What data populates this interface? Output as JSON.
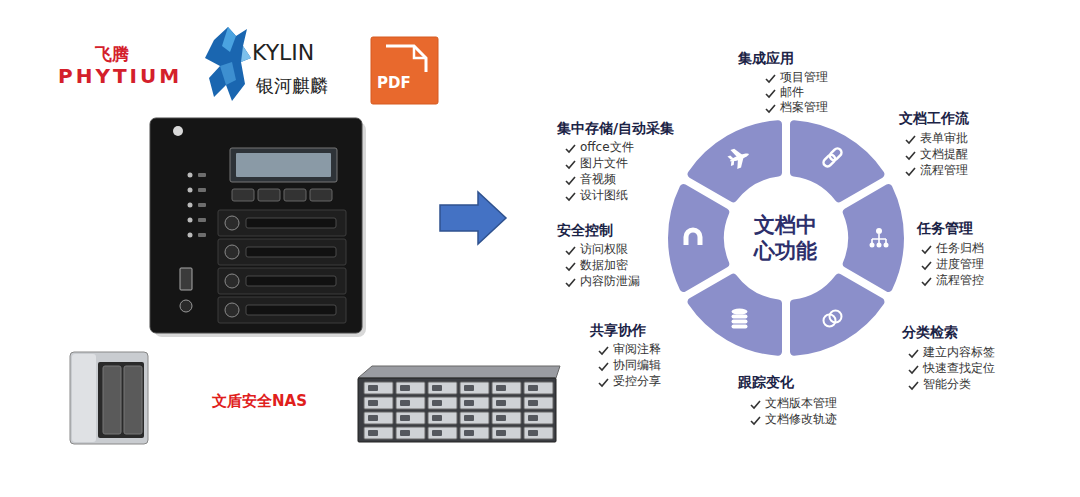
{
  "diagram": {
    "nodes": [
      {
        "text": [
          "文档中 心功能"
        ]
      }
    ],
    "labels": [
      "飞腾",
      "PHYTIUM",
      "KYLIN",
      "银河麒麟",
      "PDF",
      "文盾安全NAS",
      "集成应用",
      "项目管理",
      "邮件",
      "档案管理",
      "集中存储/自动采集",
      "offce文件",
      "图片文件",
      "音视频",
      "设计图纸",
      "文档工作流",
      "表单审批",
      "文档提醒",
      "流程管理",
      "安全控制",
      "访问权限",
      "数据加密",
      "内容防泄漏",
      "任务管理",
      "任务归档",
      "进度管理",
      "流程管控",
      "共享协作",
      "审阅注释",
      "协同编辑",
      "受控分享",
      "分类检索",
      "建立内容标签",
      "快速查找定位",
      "智能分类",
      "跟踪变化",
      "文档版本管理",
      "文档修改轨迹"
    ]
  }
}
